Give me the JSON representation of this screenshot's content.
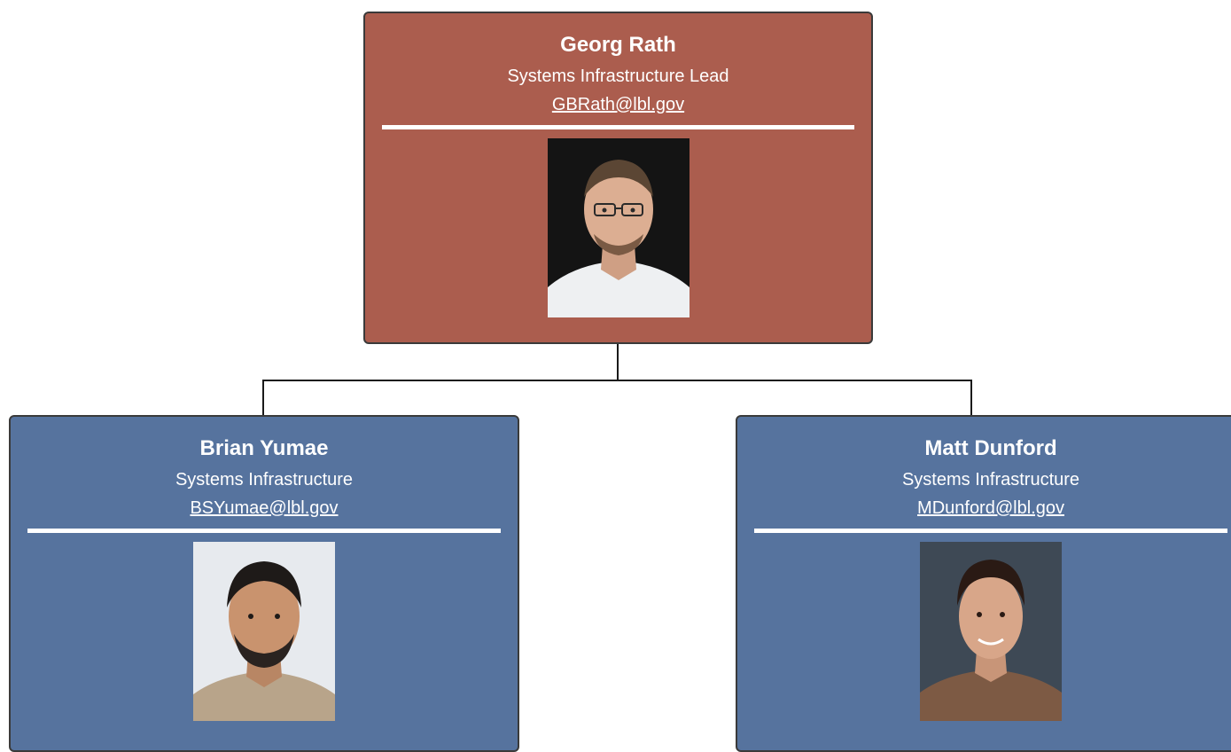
{
  "colors": {
    "lead_card": "#ab5d4e",
    "member_card": "#56739e",
    "connector": "#1a1a1a"
  },
  "lead": {
    "name": "Georg Rath",
    "role": "Systems Infrastructure Lead",
    "email": "GBRath@lbl.gov",
    "photo_icon": "person-photo"
  },
  "members": [
    {
      "name": "Brian Yumae",
      "role": "Systems Infrastructure",
      "email": "BSYumae@lbl.gov",
      "photo_icon": "person-photo"
    },
    {
      "name": "Matt Dunford",
      "role": "Systems Infrastructure",
      "email": "MDunford@lbl.gov",
      "photo_icon": "person-photo"
    }
  ]
}
